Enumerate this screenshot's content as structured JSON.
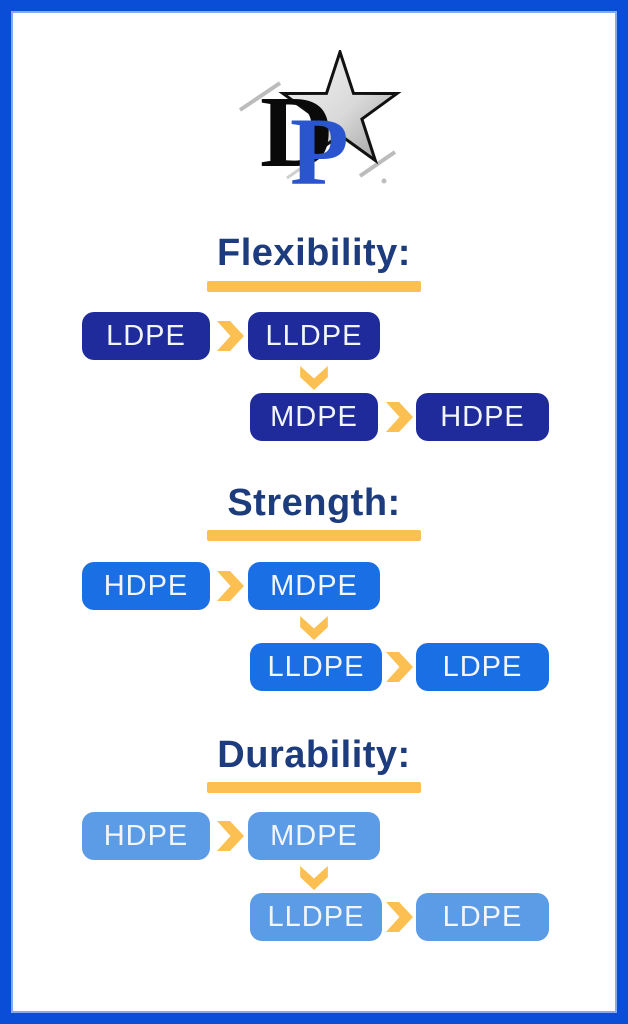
{
  "logo": {
    "d": "D",
    "p": "P"
  },
  "sections": [
    {
      "title": "Flexibility:",
      "pills": [
        "LDPE",
        "LLDPE",
        "MDPE",
        "HDPE"
      ]
    },
    {
      "title": "Strength:",
      "pills": [
        "HDPE",
        "MDPE",
        "LLDPE",
        "LDPE"
      ]
    },
    {
      "title": "Durability:",
      "pills": [
        "HDPE",
        "MDPE",
        "LLDPE",
        "LDPE"
      ]
    }
  ],
  "icons": {
    "arrow_right": "chevron-right",
    "arrow_down": "chevron-down"
  },
  "colors": {
    "frame_blue": "#0a4ed8",
    "frame_inner_line": "#86a9f0",
    "heading_navy": "#1d3c7d",
    "accent_yellow": "#fcc052",
    "flexibility_pill": "#1f2b9b",
    "strength_pill": "#1a6fe4",
    "durability_pill": "#5c9ce6",
    "pill_text": "#f2f5fa",
    "logo_d_black": "#0a0a0a",
    "logo_p_blue": "#2b55cf",
    "star_fill_light": "#f2f2f2",
    "star_fill_dark": "#9a9a9a"
  }
}
